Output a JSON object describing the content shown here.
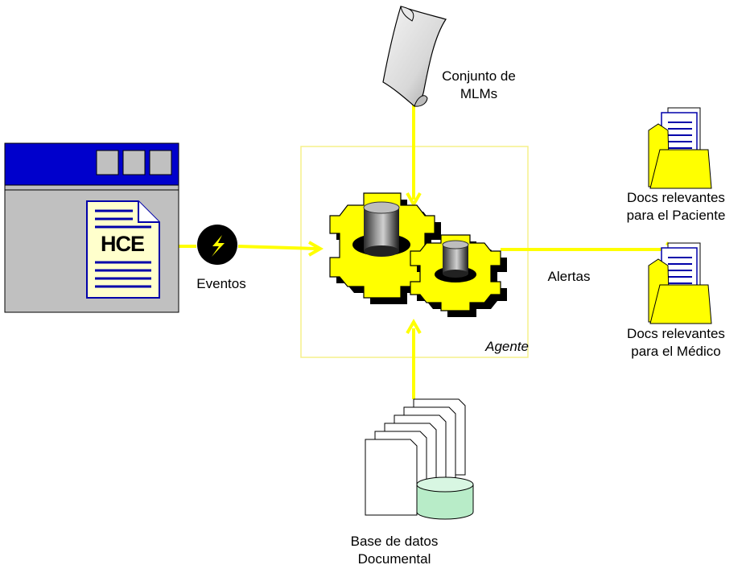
{
  "ehr_window": {
    "doc_label": "HCE"
  },
  "event": {
    "label": "Eventos"
  },
  "mlm_set": {
    "label_line1": "Conjunto de",
    "label_line2": "MLMs"
  },
  "agent": {
    "label": "Agente"
  },
  "alerts": {
    "label": "Alertas"
  },
  "outputs": {
    "patient_docs": {
      "line1": "Docs relevantes",
      "line2": "para el Paciente"
    },
    "doctor_docs": {
      "line1": "Docs relevantes",
      "line2": "para el Médico"
    }
  },
  "document_db": {
    "label_line1": "Base de datos",
    "label_line2": "Documental"
  },
  "colors": {
    "arrow_yellow": "#ffff00",
    "agent_border": "#f5f08a",
    "window_titlebar": "#0000cc",
    "window_body": "#c0c0c0",
    "gear_yellow": "#ffff00",
    "folder_yellow": "#ffff00",
    "db_green": "#b8ecc8"
  }
}
